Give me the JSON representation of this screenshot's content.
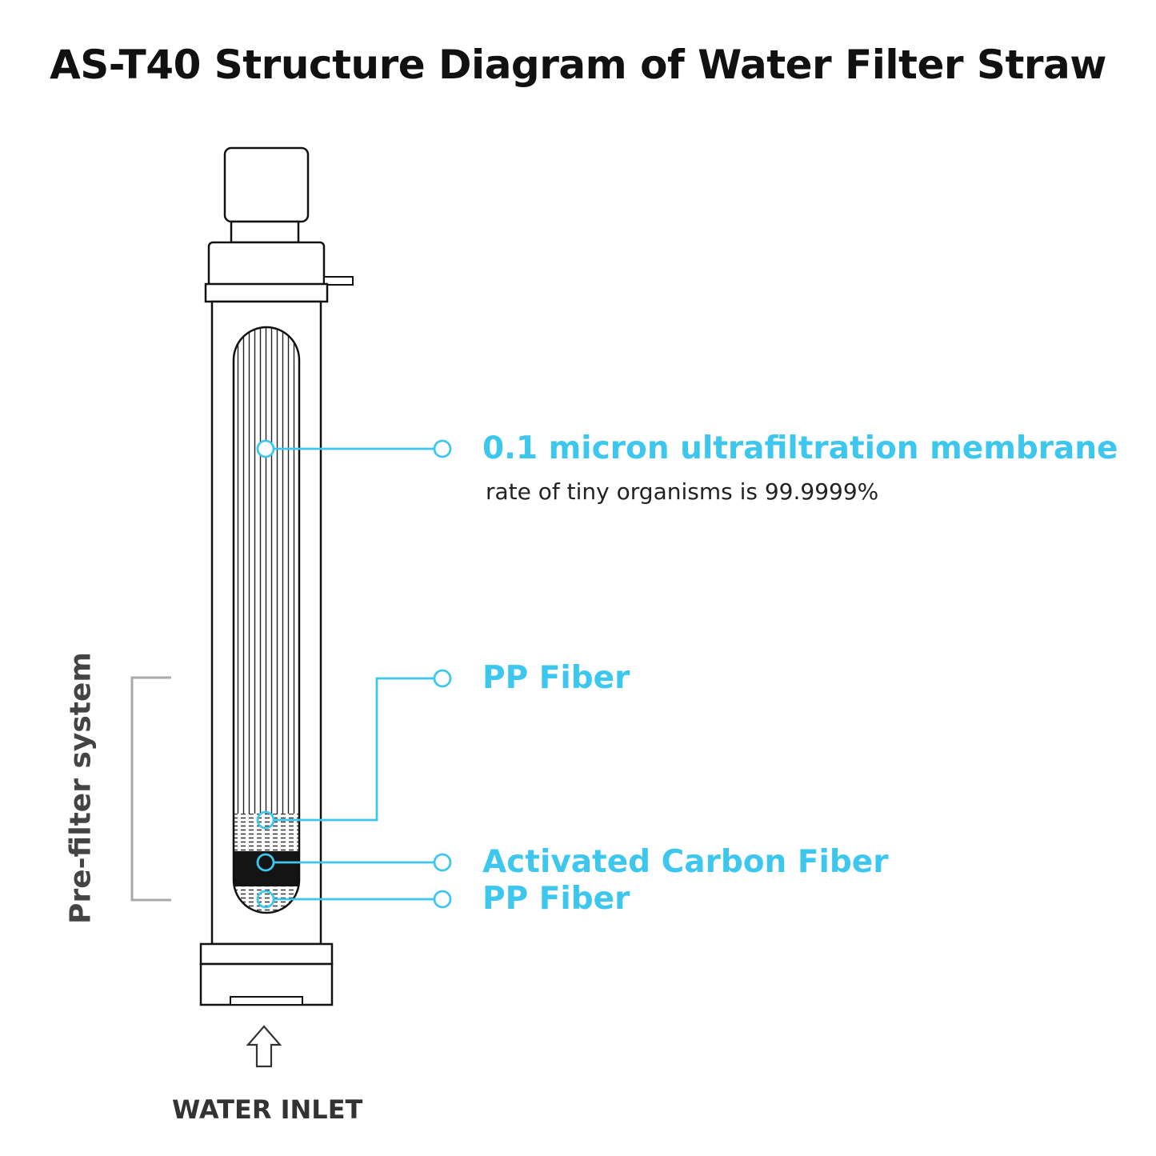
{
  "title": "AS-T40 Structure Diagram of Water Filter Straw",
  "layers": {
    "membrane": {
      "name": "0.1 micron ultrafiltration membrane",
      "description": "rate of tiny organisms  is 99.9999%"
    },
    "pp_fiber_upper": {
      "name": "PP Fiber"
    },
    "activated_carbon": {
      "name": "Activated Carbon Fiber"
    },
    "pp_fiber_lower": {
      "name": "PP Fiber"
    }
  },
  "prefilter_label": "Pre-filter system",
  "inlet_label": "WATER INLET",
  "colors": {
    "accent": "#3ec7ee",
    "outline": "#111111",
    "bracket": "#aaaaaa"
  }
}
